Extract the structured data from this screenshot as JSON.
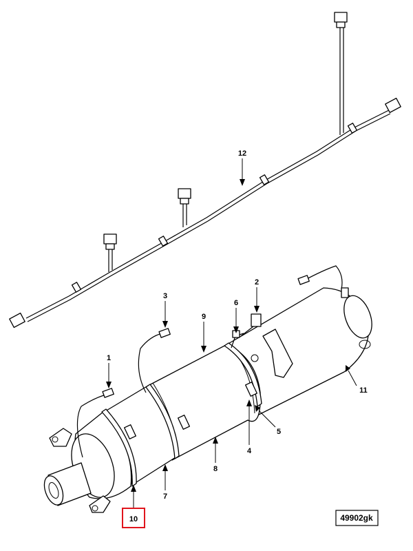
{
  "callouts": {
    "c1": "1",
    "c2": "2",
    "c3": "3",
    "c4": "4",
    "c5": "5",
    "c6": "6",
    "c7": "7",
    "c8": "8",
    "c9": "9",
    "c10": "10",
    "c11": "11",
    "c12": "12"
  },
  "highlighted_callout": "10",
  "figure_id": "49902gk",
  "colors": {
    "highlight": "#e0141c",
    "line": "#000000",
    "background": "#ffffff"
  }
}
